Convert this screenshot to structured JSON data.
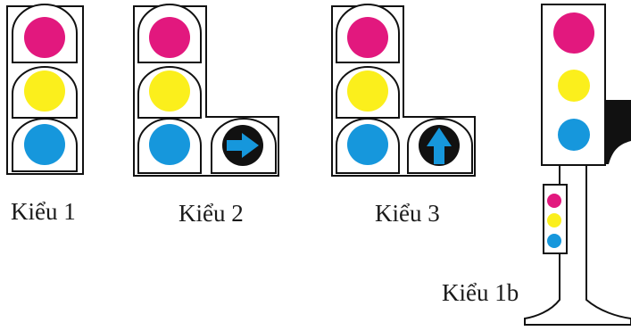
{
  "colors": {
    "red": "#e2187e",
    "yellow": "#fbef1c",
    "green": "#1697dc",
    "frame": "#111111",
    "housing": "#ffffff",
    "arrow_disc": "#111111",
    "arrow": "#1697dc"
  },
  "lights": [
    {
      "caption": "Kiểu 1"
    },
    {
      "caption": "Kiểu 2",
      "arrow_icon": "right-arrow-icon"
    },
    {
      "caption": "Kiểu 3",
      "arrow_icon": "up-arrow-icon"
    },
    {
      "caption": "Kiểu 1b"
    }
  ]
}
